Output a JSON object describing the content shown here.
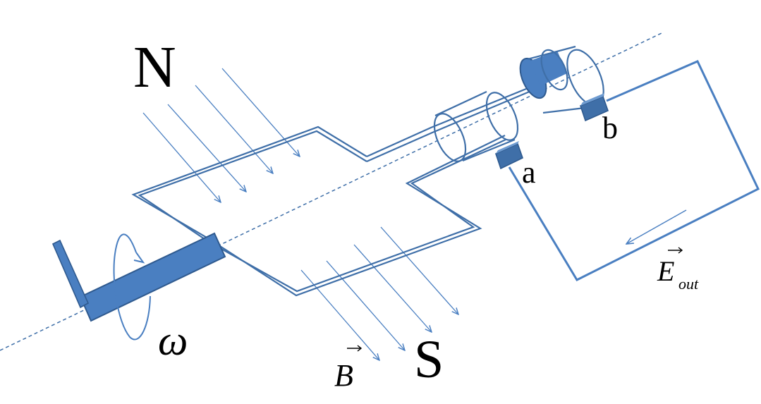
{
  "labels": {
    "north": "N",
    "south": "S",
    "omega": "ω",
    "field": "B",
    "terminal_a": "a",
    "terminal_b": "b",
    "output_emf": "E",
    "output_emf_subscript": "out"
  },
  "colors": {
    "wire": "#3f6fa8",
    "field_lines": "#4a7fc1",
    "solid_fill": "#3f6fa8",
    "axis": "#3f6fa8",
    "text": "#000000"
  }
}
